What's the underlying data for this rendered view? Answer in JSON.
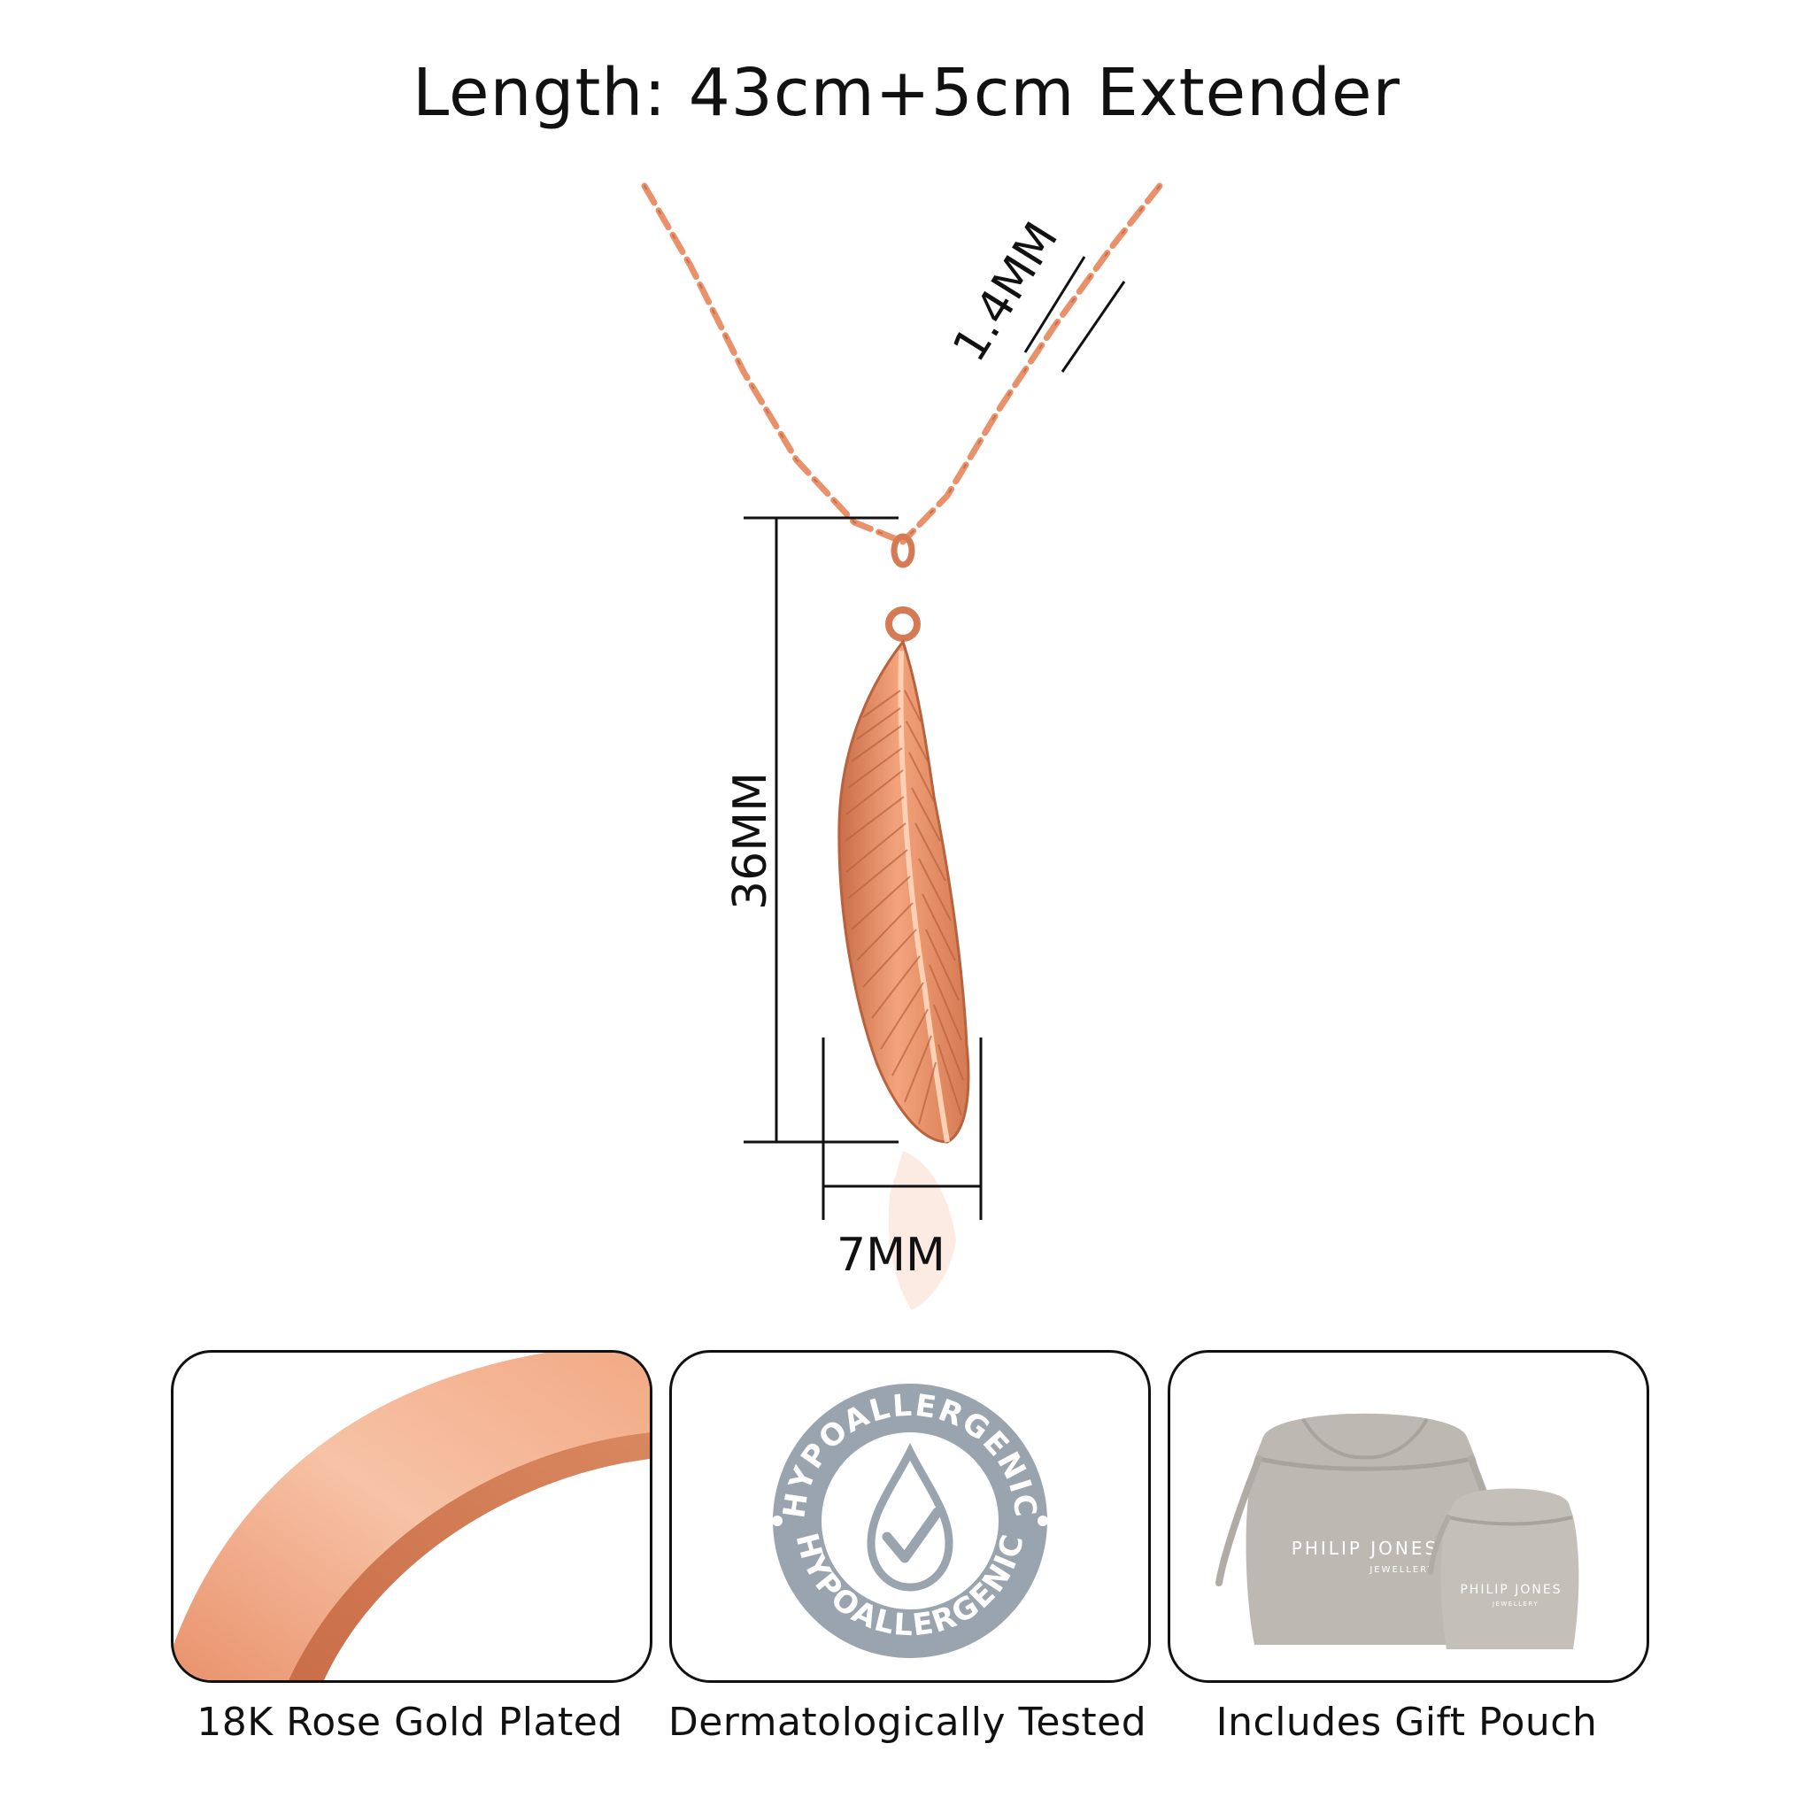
{
  "title": "Length: 43cm+5cm Extender",
  "dimensions": {
    "chain_width": "1.4MM",
    "pendant_height": "36MM",
    "pendant_width": "7MM"
  },
  "features": [
    {
      "label": "18K Rose Gold Plated",
      "icon": "rose-gold-band-icon"
    },
    {
      "label": "Dermatologically Tested",
      "icon": "hypoallergenic-badge-icon",
      "badge_text": "HYPOALLERGENIC"
    },
    {
      "label": "Includes Gift Pouch",
      "icon": "gift-pouch-icon",
      "brand_line1": "PHILIP JONES",
      "brand_line2": "JEWELLERY"
    }
  ],
  "colors": {
    "rose_gold": "#E8916A",
    "rose_gold_dark": "#C96E48",
    "badge_gray": "#9AA4AE",
    "pouch_gray": "#BDB8B2"
  }
}
